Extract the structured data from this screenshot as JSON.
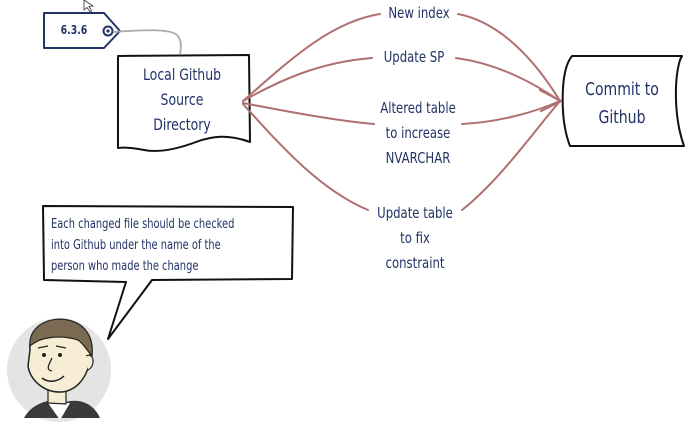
{
  "tag": {
    "version": "6.3.6"
  },
  "source": {
    "line1": "Local Github",
    "line2": "Source",
    "line3": "Directory"
  },
  "target": {
    "line1": "Commit to",
    "line2": "Github"
  },
  "changes": [
    {
      "line1": "New index"
    },
    {
      "line1": "Update SP"
    },
    {
      "line1": "Altered table",
      "line2": "to increase",
      "line3": "NVARCHAR"
    },
    {
      "line1": "Update table",
      "line2": "to fix",
      "line3": "constraint"
    }
  ],
  "callout": {
    "line1": "Each changed file should be checked",
    "line2": "into Github under the name of the",
    "line3": "person who made the change"
  },
  "colors": {
    "ink": "#223366",
    "arrow": "#b07070",
    "avatar_bg": "#e4e4e4",
    "hair": "#7a6a52",
    "skin": "#f7edd5"
  }
}
